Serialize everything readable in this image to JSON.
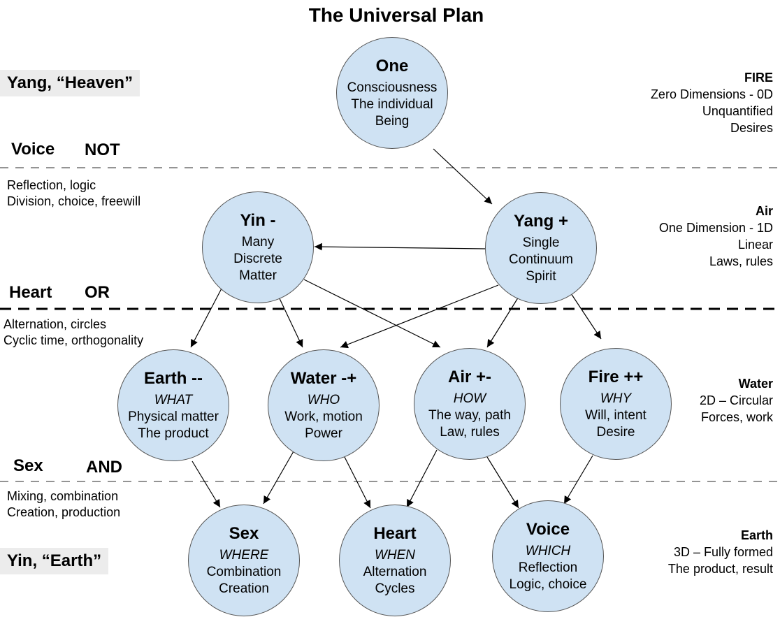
{
  "title": "The Universal Plan",
  "left": {
    "yang": "Yang, “Heaven”",
    "yin": "Yin, “Earth”",
    "voice": "Voice",
    "not": "NOT",
    "heart": "Heart",
    "or": "OR",
    "sex": "Sex",
    "and": "AND",
    "note1_l1": "Reflection, logic",
    "note1_l2": "Division, choice, freewill",
    "note2_l1": "Alternation, circles",
    "note2_l2": "Cyclic time, orthogonality",
    "note3_l1": "Mixing, combination",
    "note3_l2": "Creation, production"
  },
  "right": {
    "fire": {
      "h": "FIRE",
      "l1": "Zero Dimensions - 0D",
      "l2": "Unquantified",
      "l3": "Desires"
    },
    "air": {
      "h": "Air",
      "l1": "One Dimension - 1D",
      "l2": "Linear",
      "l3": "Laws, rules"
    },
    "water": {
      "h": "Water",
      "l1": "2D – Circular",
      "l2": "Forces, work"
    },
    "earth": {
      "h": "Earth",
      "l1": "3D – Fully formed",
      "l2": "The product, result"
    }
  },
  "nodes": {
    "one": {
      "title": "One",
      "l1": "Consciousness",
      "l2": "The individual",
      "l3": "Being"
    },
    "yin": {
      "title": "Yin -",
      "l1": "Many",
      "l2": "Discrete",
      "l3": "Matter"
    },
    "yang": {
      "title": "Yang +",
      "l1": "Single",
      "l2": "Continuum",
      "l3": "Spirit"
    },
    "earth": {
      "title": "Earth --",
      "q": "WHAT",
      "l1": "Physical matter",
      "l2": "The product"
    },
    "water": {
      "title": "Water -+",
      "q": "WHO",
      "l1": "Work, motion",
      "l2": "Power"
    },
    "air": {
      "title": "Air +-",
      "q": "HOW",
      "l1": "The way, path",
      "l2": "Law, rules"
    },
    "fire": {
      "title": "Fire ++",
      "q": "WHY",
      "l1": "Will, intent",
      "l2": "Desire"
    },
    "sex": {
      "title": "Sex",
      "q": "WHERE",
      "l1": "Combination",
      "l2": "Creation"
    },
    "heart": {
      "title": "Heart",
      "q": "WHEN",
      "l1": "Alternation",
      "l2": "Cycles"
    },
    "voice": {
      "title": "Voice",
      "q": "WHICH",
      "l1": "Reflection",
      "l2": "Logic, choice"
    }
  },
  "colors": {
    "node_fill": "#cfe2f3",
    "tag_bg": "#ececec"
  }
}
